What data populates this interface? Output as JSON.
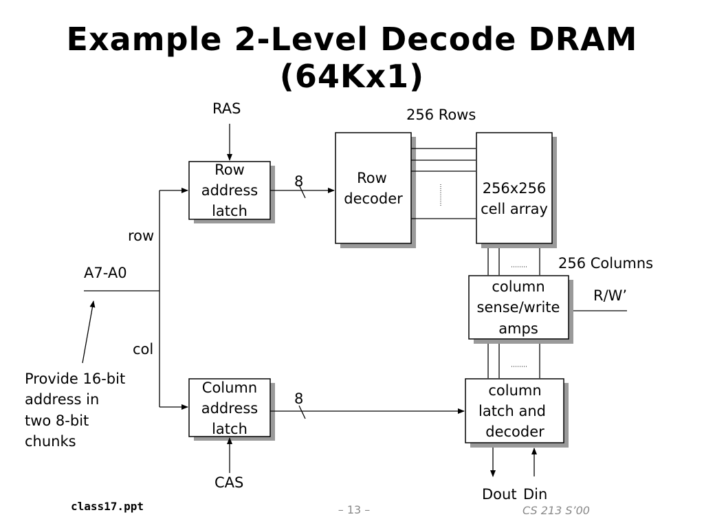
{
  "title": "Example 2-Level Decode DRAM (64Kx1)",
  "labels": {
    "ras": "RAS",
    "cas": "CAS",
    "rows_256": "256 Rows",
    "columns_256": "256 Columns",
    "rw": "R/W’",
    "row": "row",
    "col": "col",
    "address_bits": "A7-A0",
    "bus_width_top": "8",
    "bus_width_bottom": "8",
    "dout": "Dout",
    "din": "Din",
    "note": [
      "Provide 16-bit",
      "address in",
      "two 8-bit",
      "chunks"
    ]
  },
  "blocks": {
    "row_address_latch": [
      "Row",
      "address",
      "latch"
    ],
    "column_address_latch": [
      "Column",
      "address",
      "latch"
    ],
    "row_decoder": [
      "Row",
      "decoder"
    ],
    "cell_array": [
      "256x256",
      "cell array"
    ],
    "sense_amps": [
      "column",
      "sense/write",
      "amps"
    ],
    "column_latch_decoder": [
      "column",
      "latch and",
      "decoder"
    ]
  },
  "footer": {
    "file": "class17.ppt",
    "page": "– 13 –",
    "course": "CS 213 S’00"
  }
}
